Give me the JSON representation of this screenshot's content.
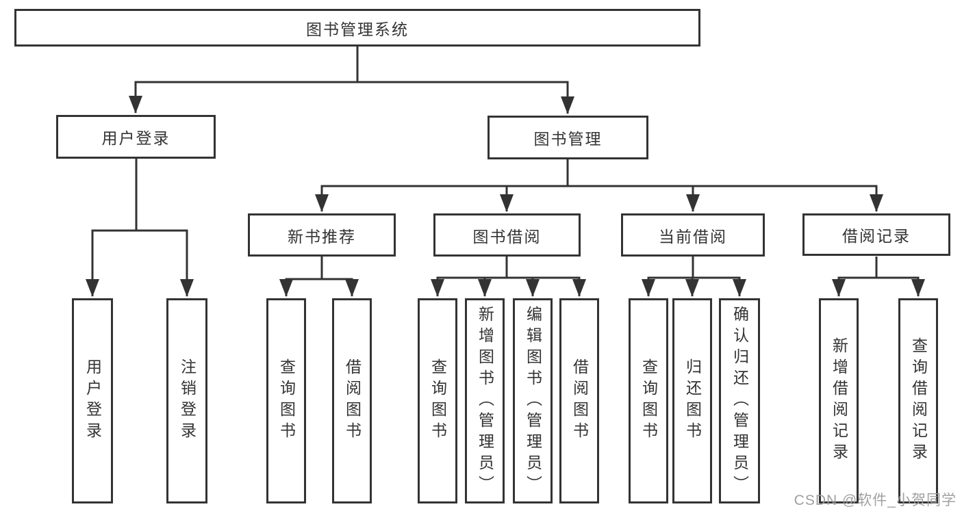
{
  "tree": {
    "label": "图书管理系统",
    "children": [
      {
        "label": "用户登录",
        "children": [
          {
            "label": "用户登录"
          },
          {
            "label": "注销登录"
          }
        ]
      },
      {
        "label": "图书管理",
        "children": [
          {
            "label": "新书推荐",
            "children": [
              {
                "label": "查询图书"
              },
              {
                "label": "借阅图书"
              }
            ]
          },
          {
            "label": "图书借阅",
            "children": [
              {
                "label": "查询图书"
              },
              {
                "label": "新增图书（管理员）"
              },
              {
                "label": "编辑图书（管理员）"
              },
              {
                "label": "借阅图书"
              }
            ]
          },
          {
            "label": "当前借阅",
            "children": [
              {
                "label": "查询图书"
              },
              {
                "label": "归还图书"
              },
              {
                "label": "确认归还（管理员）"
              }
            ]
          },
          {
            "label": "借阅记录",
            "children": [
              {
                "label": "新增借阅记录"
              },
              {
                "label": "查询借阅记录"
              }
            ]
          }
        ]
      }
    ]
  },
  "watermark": "CSDN @软件_小贺同学",
  "colors": {
    "line": "#333333",
    "text": "#333333",
    "box_background": "#ffffff",
    "page_background": "#ffffff",
    "watermark": "#9b9b9b"
  }
}
